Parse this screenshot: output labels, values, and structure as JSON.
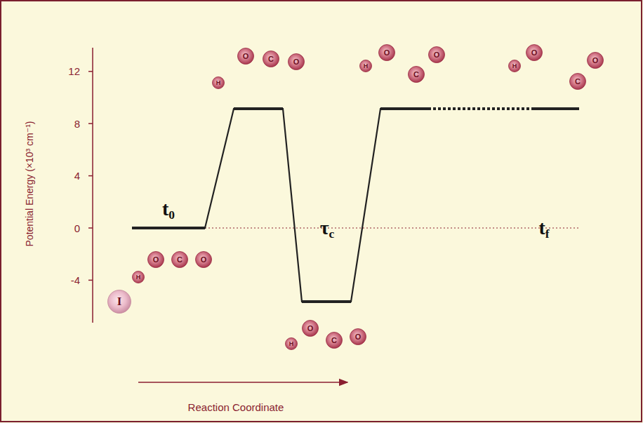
{
  "diagram": {
    "nodes": [
      {
        "text": [
          "I"
        ]
      },
      {
        "text": [
          "H"
        ]
      },
      {
        "text": [
          "O"
        ]
      },
      {
        "text": [
          "C"
        ]
      },
      {
        "text": [
          "O"
        ]
      },
      {
        "text": [
          "H"
        ]
      },
      {
        "text": [
          "O"
        ]
      },
      {
        "text": [
          "C"
        ]
      },
      {
        "text": [
          "O"
        ]
      },
      {
        "text": [
          "H"
        ]
      },
      {
        "text": [
          "O"
        ]
      },
      {
        "text": [
          "C"
        ]
      },
      {
        "text": [
          "O"
        ]
      },
      {
        "text": [
          "H"
        ]
      },
      {
        "text": [
          "O"
        ]
      },
      {
        "text": [
          "C"
        ]
      },
      {
        "text": [
          "O"
        ]
      },
      {
        "text": [
          "H"
        ]
      },
      {
        "text": [
          "O"
        ]
      },
      {
        "text": [
          "C"
        ]
      },
      {
        "text": [
          "O"
        ]
      }
    ],
    "labels": [
      "12",
      "8",
      "4",
      "0",
      "-4",
      "Potential Energy (×10³ cm⁻¹)",
      "t0",
      "τc",
      "tf",
      "Reaction Coordinate"
    ]
  }
}
